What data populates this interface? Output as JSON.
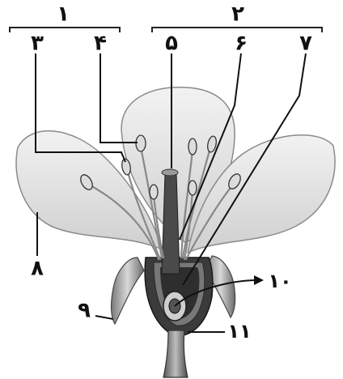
{
  "labels": {
    "l1": "۱",
    "l2": "۲",
    "l3": "۳",
    "l4": "۴",
    "l5": "۵",
    "l6": "۶",
    "l7": "۷",
    "l8": "۸",
    "l9": "۹",
    "l10": "۱۰",
    "l11": "۱۱"
  }
}
